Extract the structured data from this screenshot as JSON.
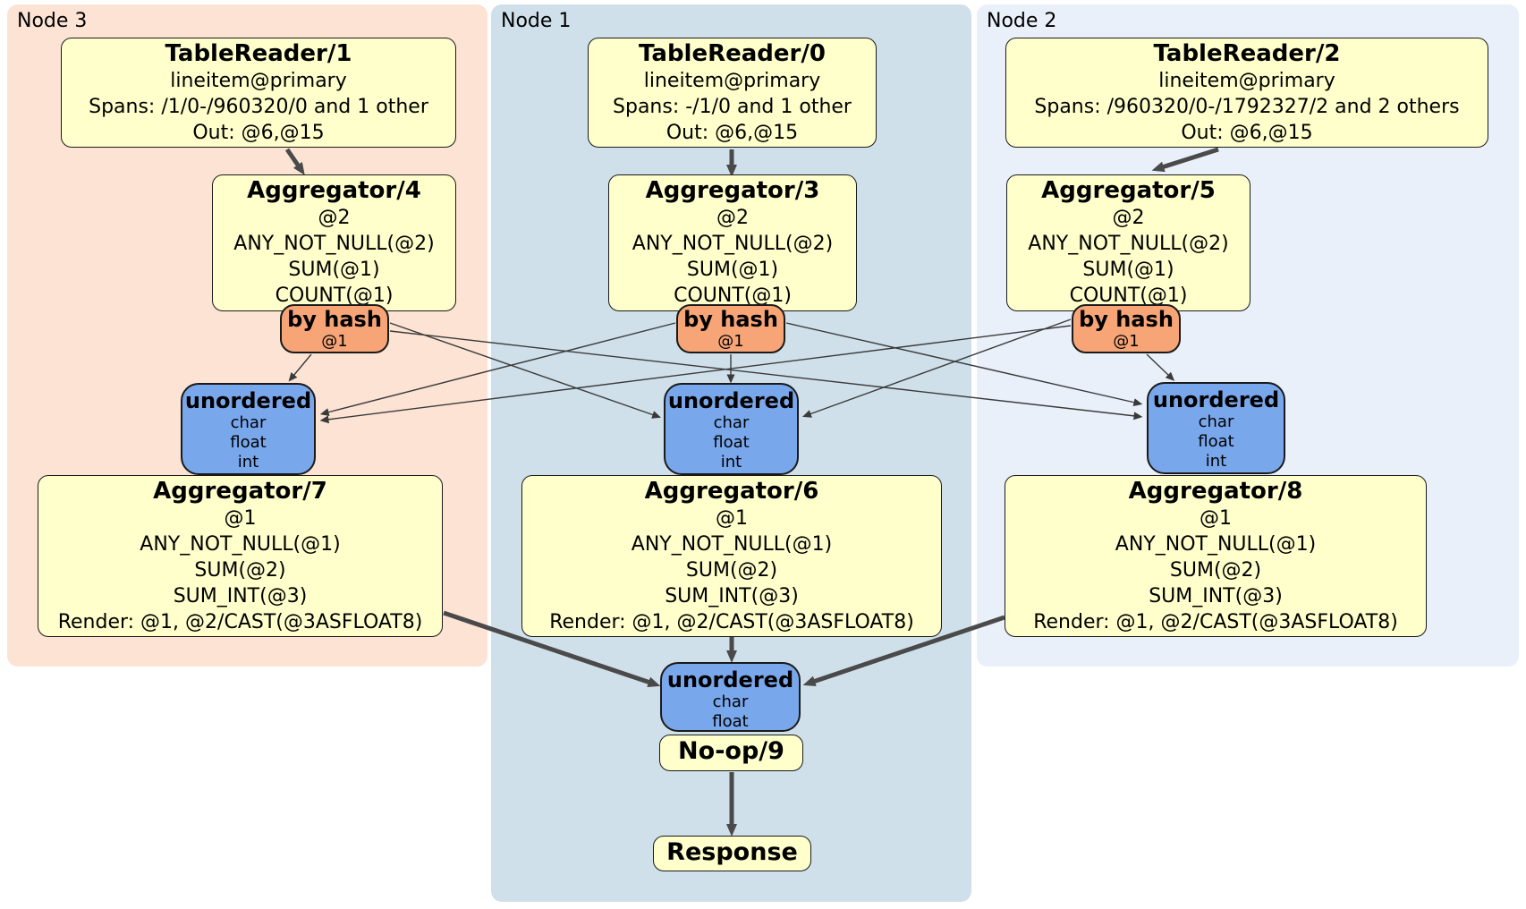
{
  "diagram": {
    "kind": "distsql-physical-plan",
    "colors": {
      "node3_region": "#FCE3D4",
      "node1_region": "#CFE0EA",
      "node2_region": "#EAF0F9",
      "processor_box": "#FFFFCC",
      "router_box": "#F7A577",
      "sync_box": "#79A7EC",
      "edge": "#4a4a4a",
      "border": "#1a1a1a"
    }
  },
  "regions": {
    "node3": {
      "label": "Node 3"
    },
    "node1": {
      "label": "Node 1"
    },
    "node2": {
      "label": "Node 2"
    }
  },
  "processors": {
    "tr1": {
      "title": "TableReader/1",
      "lines": [
        "lineitem@primary",
        "Spans: /1/0-/960320/0 and 1 other",
        "Out: @6,@15"
      ]
    },
    "agg4": {
      "title": "Aggregator/4",
      "lines": [
        "@2",
        "ANY_NOT_NULL(@2)",
        "SUM(@1)",
        "COUNT(@1)"
      ]
    },
    "hash3": {
      "title": "by hash",
      "sub": "@1"
    },
    "uno3": {
      "title": "unordered",
      "lines": [
        "char",
        "float",
        "int"
      ]
    },
    "agg7": {
      "title": "Aggregator/7",
      "lines": [
        "@1",
        "ANY_NOT_NULL(@1)",
        "SUM(@2)",
        "SUM_INT(@3)",
        "Render: @1, @2/CAST(@3ASFLOAT8)"
      ]
    },
    "tr0": {
      "title": "TableReader/0",
      "lines": [
        "lineitem@primary",
        "Spans: -/1/0 and 1 other",
        "Out: @6,@15"
      ]
    },
    "agg3": {
      "title": "Aggregator/3",
      "lines": [
        "@2",
        "ANY_NOT_NULL(@2)",
        "SUM(@1)",
        "COUNT(@1)"
      ]
    },
    "hash1": {
      "title": "by hash",
      "sub": "@1"
    },
    "uno1": {
      "title": "unordered",
      "lines": [
        "char",
        "float",
        "int"
      ]
    },
    "agg6": {
      "title": "Aggregator/6",
      "lines": [
        "@1",
        "ANY_NOT_NULL(@1)",
        "SUM(@2)",
        "SUM_INT(@3)",
        "Render: @1, @2/CAST(@3ASFLOAT8)"
      ]
    },
    "unoFinal": {
      "title": "unordered",
      "lines": [
        "char",
        "float"
      ]
    },
    "noop": {
      "title": "No-op/9"
    },
    "response": {
      "title": "Response"
    },
    "tr2": {
      "title": "TableReader/2",
      "lines": [
        "lineitem@primary",
        "Spans: /960320/0-/1792327/2 and 2 others",
        "Out: @6,@15"
      ]
    },
    "agg5": {
      "title": "Aggregator/5",
      "lines": [
        "@2",
        "ANY_NOT_NULL(@2)",
        "SUM(@1)",
        "COUNT(@1)"
      ]
    },
    "hash2": {
      "title": "by hash",
      "sub": "@1"
    },
    "uno2": {
      "title": "unordered",
      "lines": [
        "char",
        "float",
        "int"
      ]
    },
    "agg8": {
      "title": "Aggregator/8",
      "lines": [
        "@1",
        "ANY_NOT_NULL(@1)",
        "SUM(@2)",
        "SUM_INT(@3)",
        "Render: @1, @2/CAST(@3ASFLOAT8)"
      ]
    }
  }
}
